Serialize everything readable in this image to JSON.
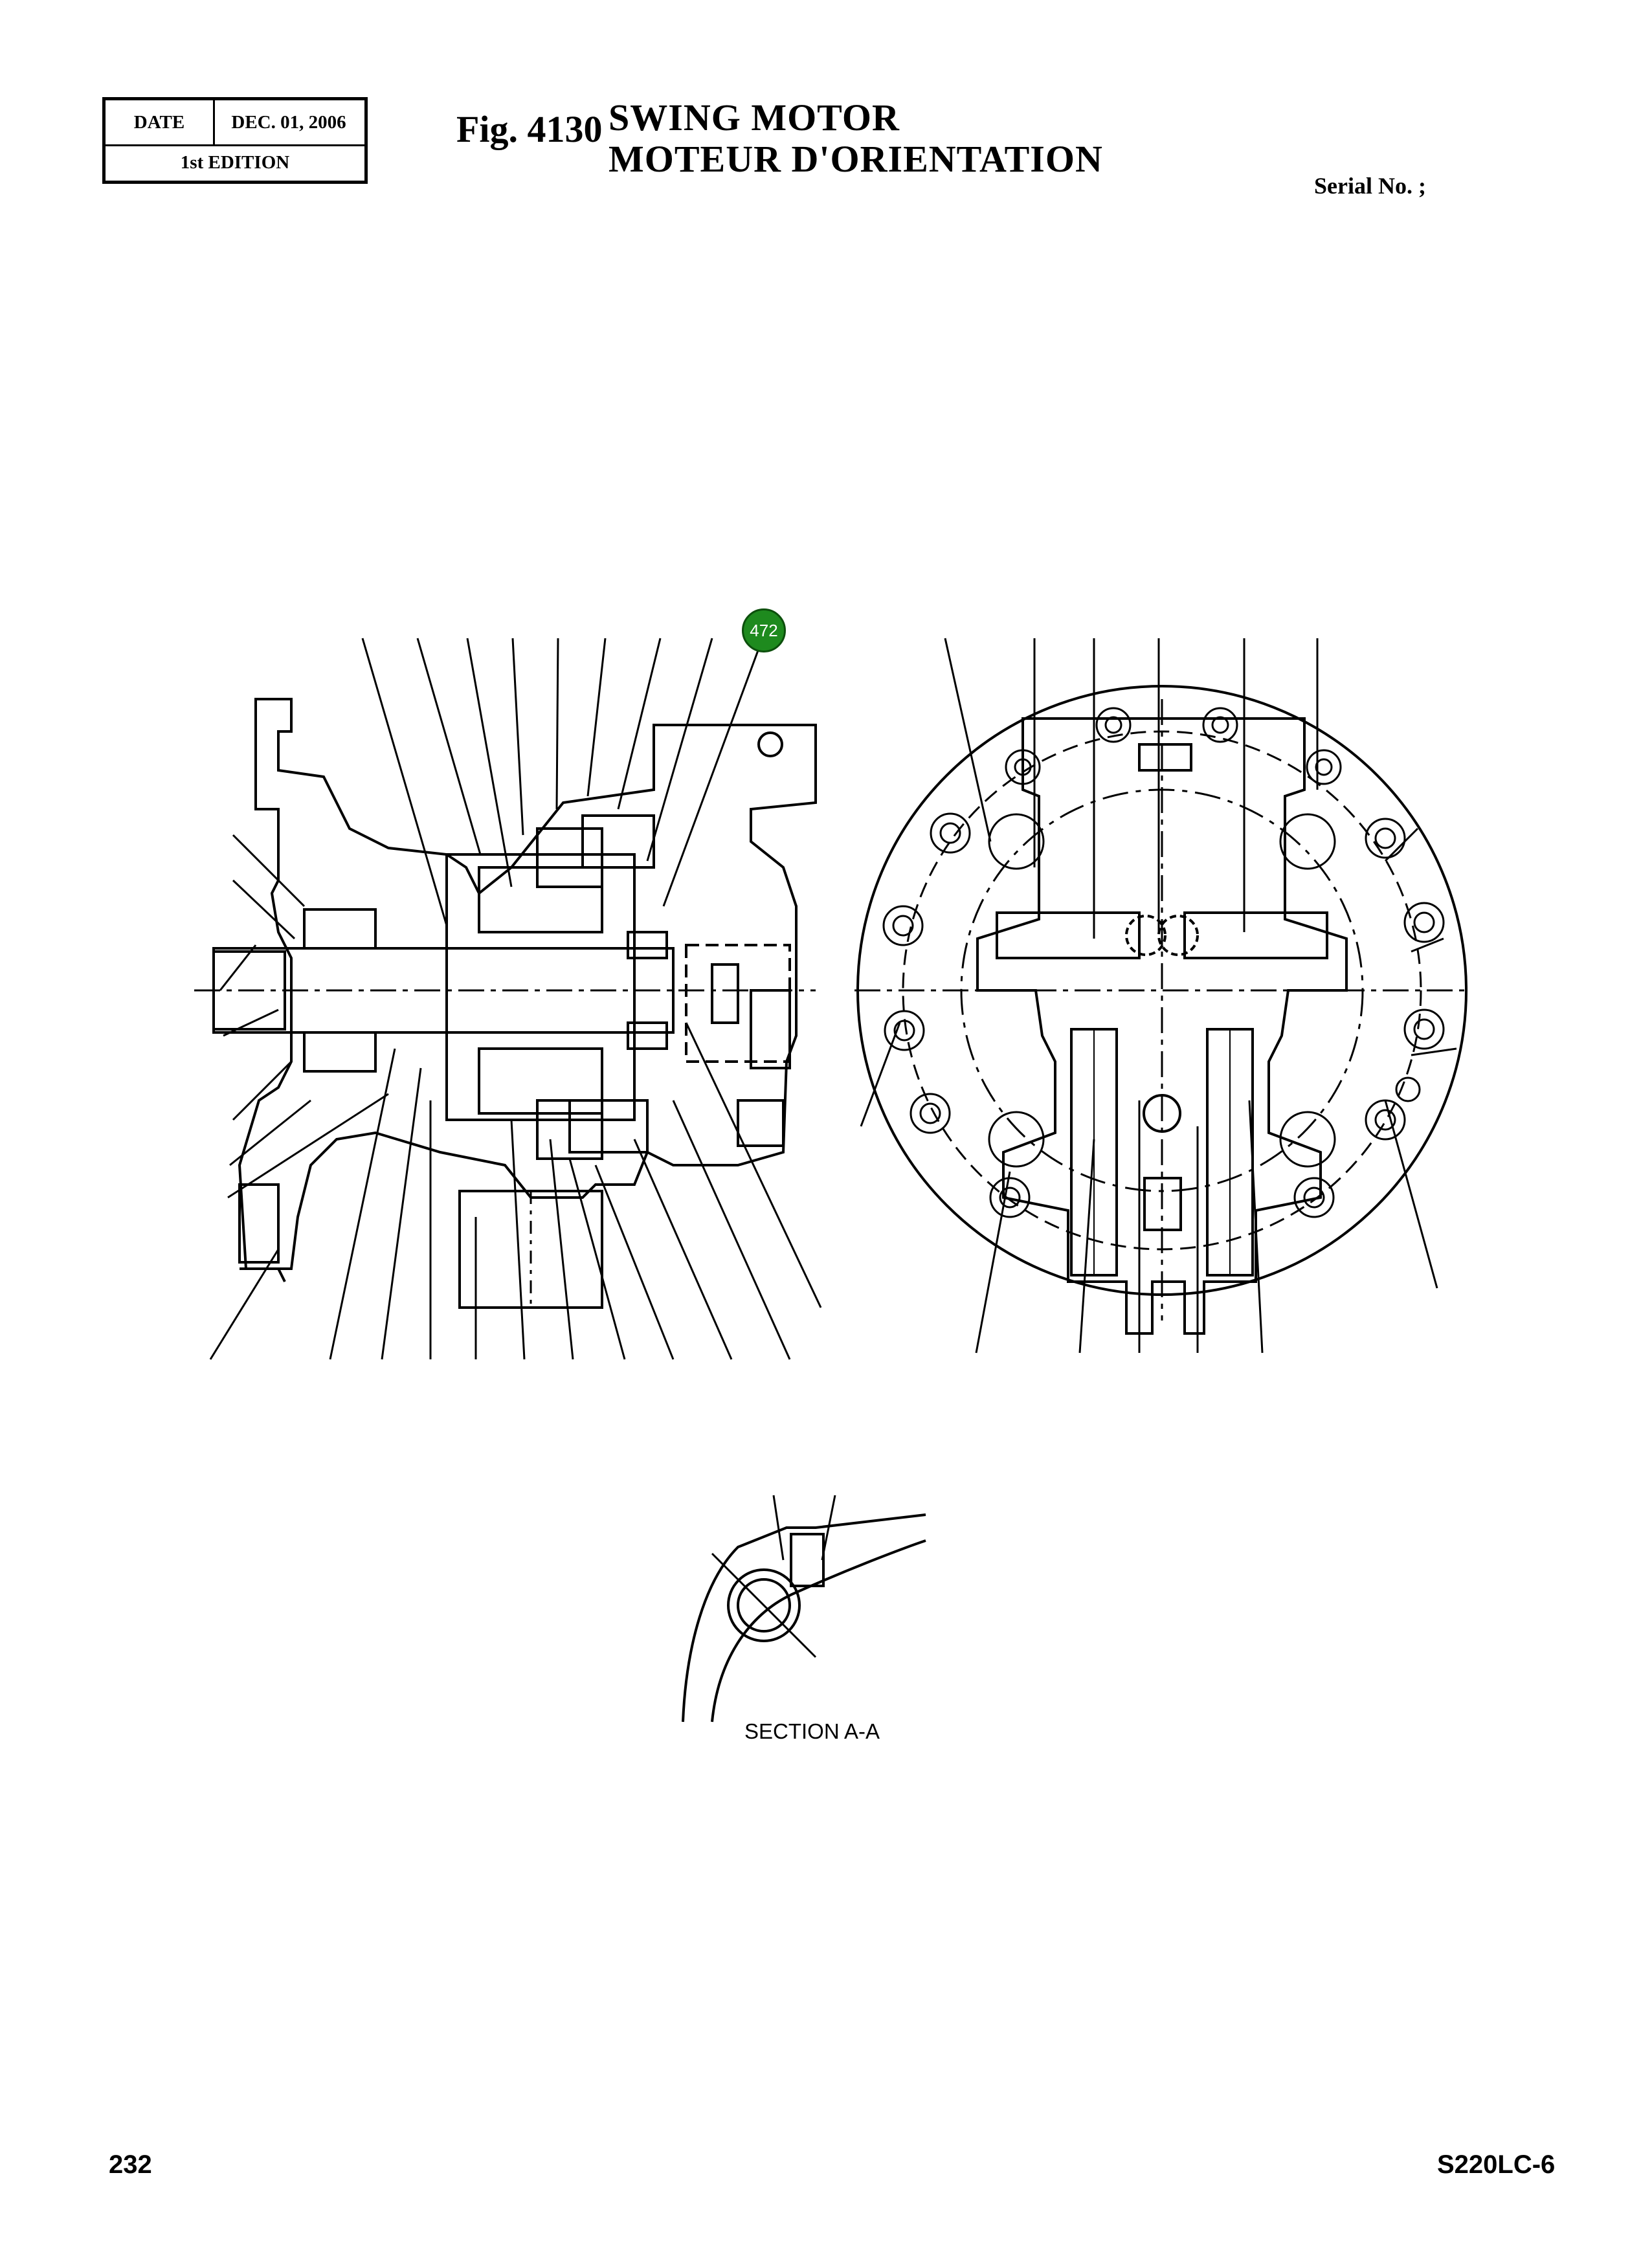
{
  "header": {
    "date_label": "DATE",
    "date_value": "DEC. 01, 2006",
    "edition": "1st EDITION",
    "fig_number": "Fig. 4130",
    "title_en": "SWING  MOTOR",
    "title_fr": "MOTEUR D'ORIENTATION",
    "serial": "Serial No. ;"
  },
  "drawing": {
    "section_label": "SECTION  A-A",
    "callout_marker": "472",
    "marker_color": "#1e8a1e"
  },
  "footer": {
    "page_number": "232",
    "model": "S220LC-6"
  }
}
